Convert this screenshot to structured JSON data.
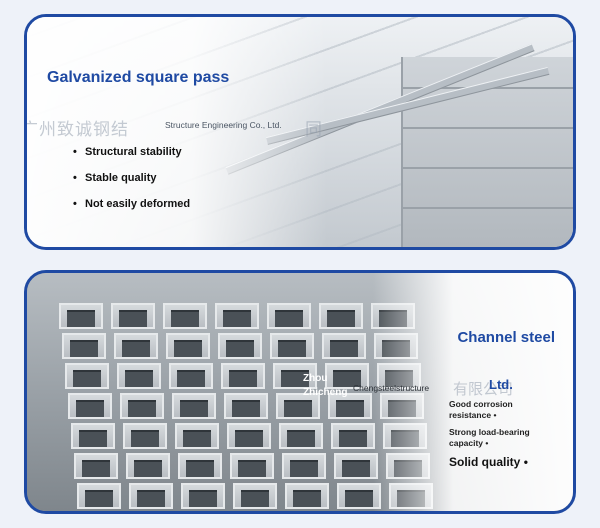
{
  "top_panel": {
    "title": "Galvanized square pass",
    "watermark_cn": "广州致诚钢结",
    "company": "Structure Engineering Co., Ltd.",
    "watermark_cn_tail": "同",
    "bullet": "•",
    "features": [
      "Structural stability",
      "Stable quality",
      "Not easily deformed"
    ]
  },
  "bottom_panel": {
    "title": "Channel steel",
    "brand_line1": "Zhou",
    "brand_line2": "Zhicheng",
    "brand_suffix": "Chengsteelstructure",
    "watermark_cn": "有限公司",
    "ltd": "Ltd.",
    "feature1_line1": "Good corrosion",
    "feature1_line2": "resistance",
    "feature2_line1": "Strong load-bearing",
    "feature2_line2": "capacity",
    "bullet": "•",
    "solid_quality": "Solid quality"
  },
  "colors": {
    "accent": "#1f4aa3",
    "border": "#1f4aa3"
  }
}
